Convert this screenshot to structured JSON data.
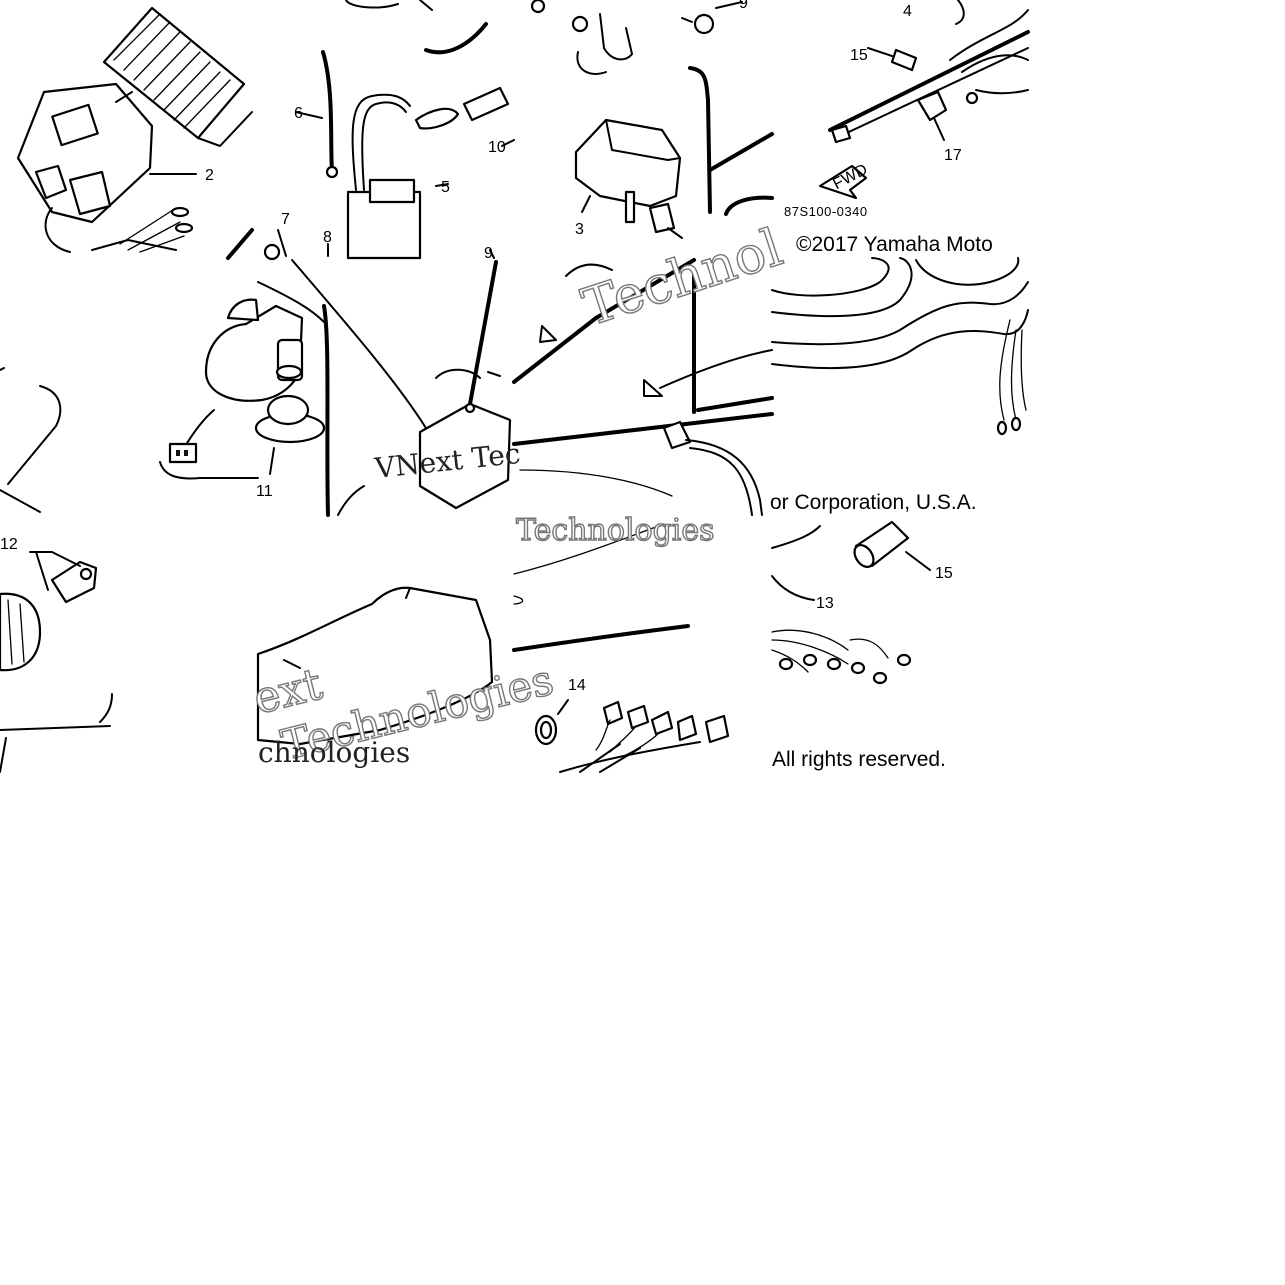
{
  "diagram": {
    "part_numbers": [
      "2",
      "3",
      "4",
      "5",
      "6",
      "7",
      "8",
      "9",
      "9",
      "10",
      "11",
      "12",
      "13",
      "14",
      "15",
      "16",
      "17"
    ],
    "fwd_tag": "FWD",
    "drawing_code": "87S100-0340",
    "copyright_segments": [
      "©2017 Yamaha Moto",
      "or Corporation, U.S.A. ",
      "All rights reserved."
    ],
    "watermark_segments": [
      "Technol",
      "VNext Tec",
      "Technologies",
      "ext",
      "Technologies",
      "chnologies"
    ]
  }
}
